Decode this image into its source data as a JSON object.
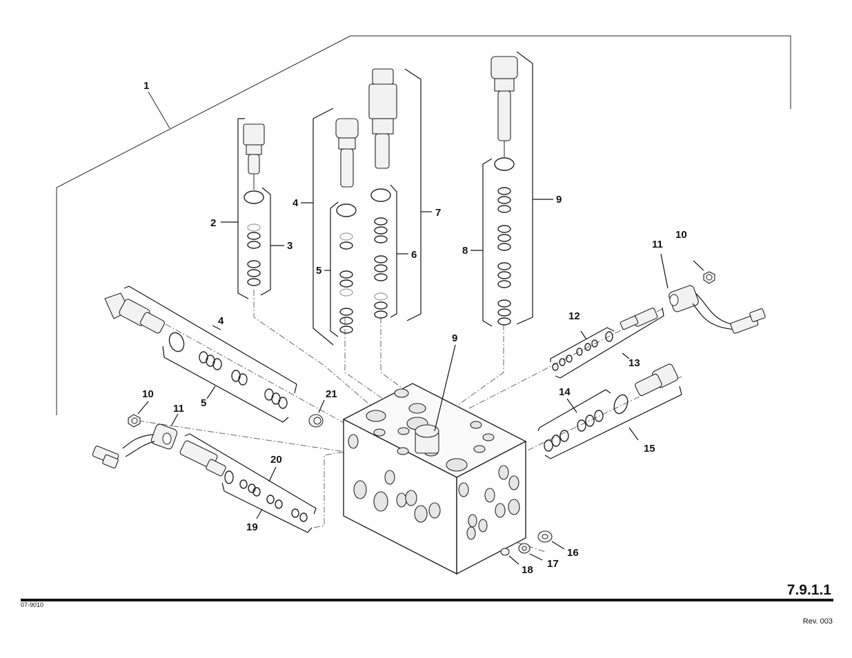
{
  "document": {
    "page_number": "7.9.1.1",
    "code": "07-9010",
    "revision": "Rev. 003"
  },
  "callouts": {
    "c1": "1",
    "c2": "2",
    "c3": "3",
    "c4_top": "4",
    "c5_top": "5",
    "c6": "6",
    "c7": "7",
    "c8": "8",
    "c9_top": "9",
    "c4_left": "4",
    "c5_left": "5",
    "c9_block": "9",
    "c10_right": "10",
    "c11_right": "11",
    "c12": "12",
    "c13": "13",
    "c14": "14",
    "c15": "15",
    "c16": "16",
    "c17": "17",
    "c18": "18",
    "c10_left": "10",
    "c11_left": "11",
    "c19": "19",
    "c20": "20",
    "c21": "21"
  }
}
